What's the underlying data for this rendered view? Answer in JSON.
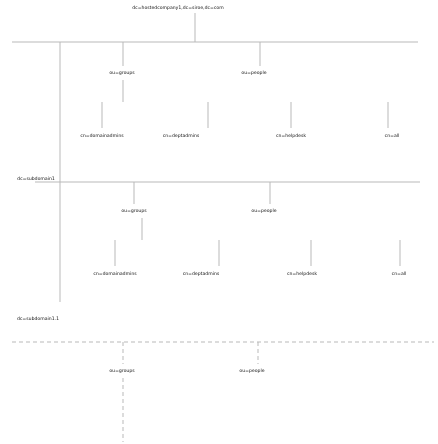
{
  "colors": {
    "line": "#b8b8b8",
    "text": "#111111",
    "background": "#ffffff"
  },
  "root": {
    "label": "dc=hostedcompany1,dc=siroe,dc=com"
  },
  "blocks": [
    {
      "ou_groups": "ou=groups",
      "ou_people": "ou=people",
      "roles": [
        "cn=domainadmins",
        "cn=deptadmins",
        "cn=helpdesk",
        "cn=all"
      ]
    },
    {
      "label": "dc=subdomain1",
      "ou_groups": "ou=groups",
      "ou_people": "ou=people",
      "roles": [
        "cn=domainadmins",
        "cn=deptadmins",
        "cn=helpdesk",
        "cn=all"
      ]
    },
    {
      "label": "dc=subdomain1.1",
      "ou_groups": "ou=groups",
      "ou_people": "ou=people"
    }
  ]
}
